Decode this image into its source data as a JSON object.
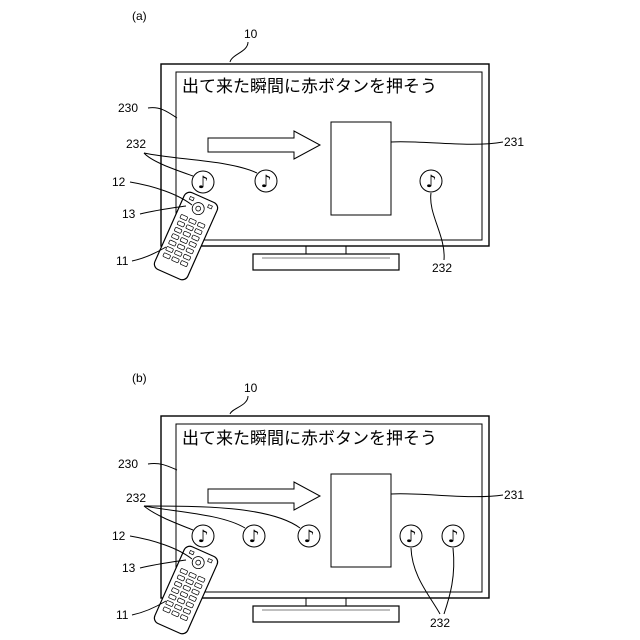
{
  "panels": [
    {
      "id": "a",
      "panel_label": "(a)",
      "screen_text": "出て来た瞬間に赤ボタンを押そう",
      "labels": {
        "tv": "10",
        "screen": "230",
        "object": "231",
        "notes_upper": "232",
        "notes_lower": "232",
        "remote": "11",
        "button_12": "12",
        "button_13": "13"
      },
      "note_glyph": "♪"
    },
    {
      "id": "b",
      "panel_label": "(b)",
      "screen_text": "出て来た瞬間に赤ボタンを押そう",
      "labels": {
        "tv": "10",
        "screen": "230",
        "object": "231",
        "notes_upper": "232",
        "notes_lower": "232",
        "remote": "11",
        "button_12": "12",
        "button_13": "13"
      },
      "note_glyph": "♪"
    }
  ]
}
